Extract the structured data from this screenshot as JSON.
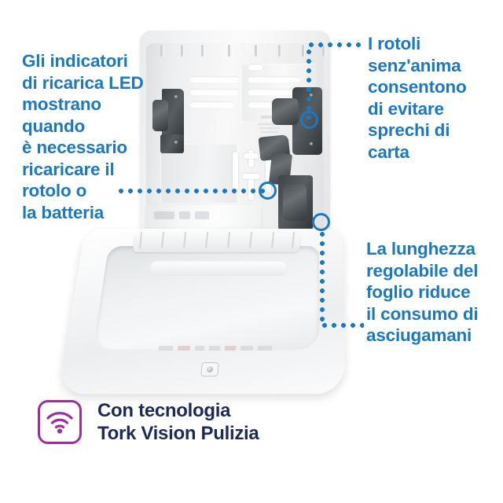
{
  "page": {
    "language": "it",
    "background_color": "#ffffff"
  },
  "colors": {
    "callout_blue": "#1C79BF",
    "footer_navy": "#1E2A56",
    "wifi_purple": "#9C2F9B"
  },
  "callouts": [
    {
      "id": "led-indicators",
      "position": "left",
      "text": "Gli indicatori\ndi ricarica LED\nmostrano\nquando\nè necessario\nricaricare il\nrotolo o\nla batteria"
    },
    {
      "id": "coreless-rolls",
      "position": "top-right",
      "text": "I rotoli\nsenz'anima\nconsentono\ndi evitare\nsprechi di\ncarta"
    },
    {
      "id": "adjustable-sheet-length",
      "position": "bottom-right",
      "text": "La lunghezza\nregolabile del\nfoglio riduce\nil consumo di\nasciugamani"
    }
  ],
  "product": {
    "name": "paper-towel-dispenser",
    "description": "Dispenser per asciugamani di carta aperto"
  },
  "footer": {
    "icon": "wifi-icon",
    "text": "Con tecnologia\nTork Vision Pulizia"
  }
}
